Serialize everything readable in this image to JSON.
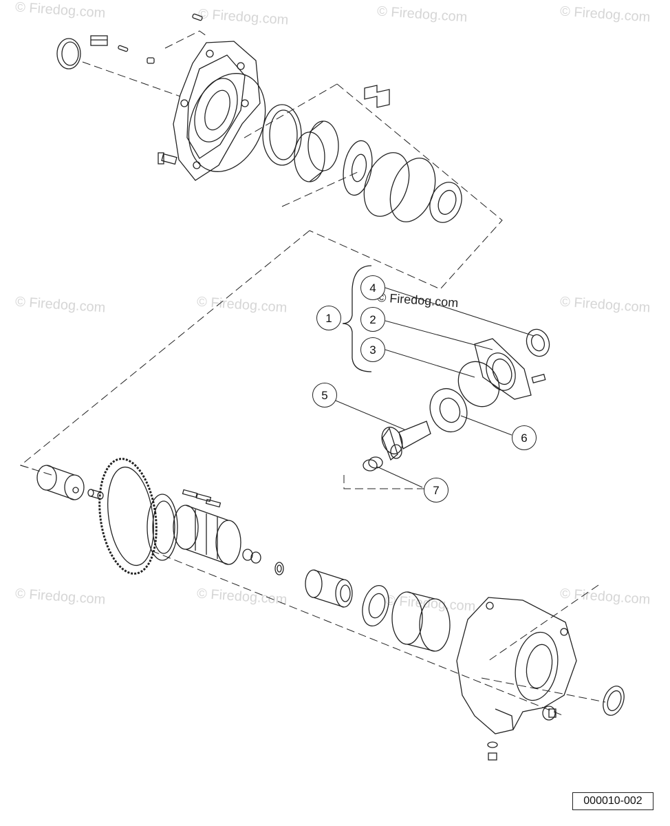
{
  "watermarks": {
    "text": "© Firedog.com",
    "center_text": "© Firedog.com"
  },
  "callouts": [
    {
      "id": "1",
      "label": "1"
    },
    {
      "id": "2",
      "label": "2"
    },
    {
      "id": "3",
      "label": "3"
    },
    {
      "id": "4",
      "label": "4"
    },
    {
      "id": "5",
      "label": "5"
    },
    {
      "id": "6",
      "label": "6"
    },
    {
      "id": "7",
      "label": "7"
    }
  ],
  "diagram_code": "000010-002",
  "colors": {
    "line": "#222222",
    "watermark": "#d6d6d6",
    "background": "#ffffff"
  }
}
